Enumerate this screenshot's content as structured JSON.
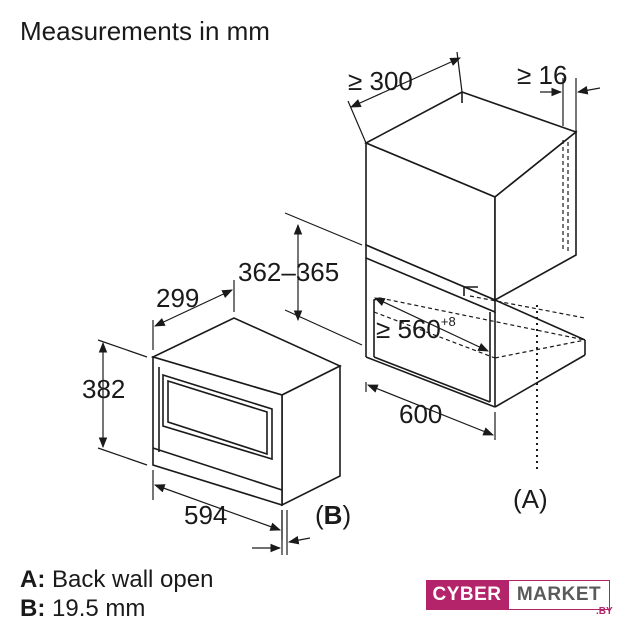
{
  "title": "Measurements in mm",
  "dimensions": {
    "cabinet_depth": "≥ 300",
    "top_gap": "≥ 16",
    "niche_height": "362–365",
    "niche_depth_main": "≥ 560",
    "niche_depth_sup": "+8",
    "niche_width": "600",
    "appliance_depth": "299",
    "appliance_height": "382",
    "appliance_width": "594"
  },
  "markers": {
    "a": "(A)",
    "b_open": "(",
    "b_letter": "B",
    "b_close": ")"
  },
  "legend": {
    "a_key": "A:",
    "a_text": "Back wall open",
    "b_key": "B:",
    "b_text": "19.5 mm"
  },
  "logo": {
    "part1": "CYBER",
    "part2": "MARKET",
    "suffix": ".BY"
  }
}
